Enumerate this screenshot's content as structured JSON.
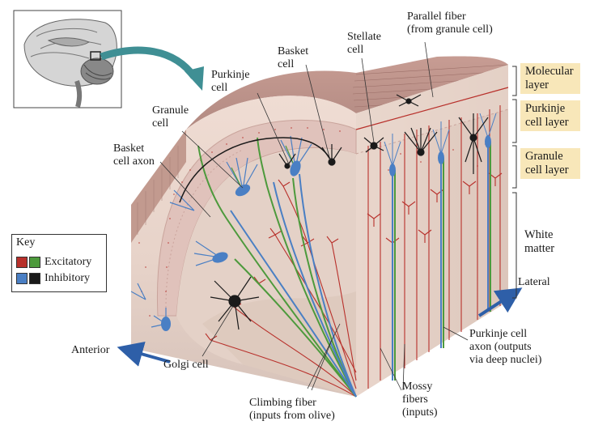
{
  "labels": {
    "parallel_fiber": "Parallel fiber\n(from granule cell)",
    "stellate_cell": "Stellate\ncell",
    "basket_cell": "Basket\ncell",
    "purkinje_cell": "Purkinje\ncell",
    "granule_cell": "Granule\ncell",
    "basket_cell_axon": "Basket\ncell axon",
    "golgi_cell": "Golgi cell",
    "climbing_fiber": "Climbing fiber\n(inputs from olive)",
    "mossy_fibers": "Mossy\nfibers\n(inputs)",
    "purkinje_cell_axon": "Purkinje cell\naxon (outputs\nvia deep nuclei)",
    "anterior": "Anterior",
    "lateral": "Lateral"
  },
  "layers": {
    "molecular": "Molecular\nlayer",
    "purkinje": "Purkinje\ncell layer",
    "granule": "Granule\ncell layer",
    "white_matter": "White\nmatter"
  },
  "key": {
    "title": "Key",
    "excitatory": "Excitatory",
    "inhibitory": "Inhibitory"
  },
  "colors": {
    "excitatory_red": "#b8302b",
    "excitatory_green": "#4d9a3c",
    "inhibitory_blue": "#4a7fc4",
    "inhibitory_black": "#1a1a1a",
    "layer_highlight": "#f8e7b9",
    "arrow_teal": "#3f8f94",
    "direction_arrow": "#2e5fa8"
  }
}
